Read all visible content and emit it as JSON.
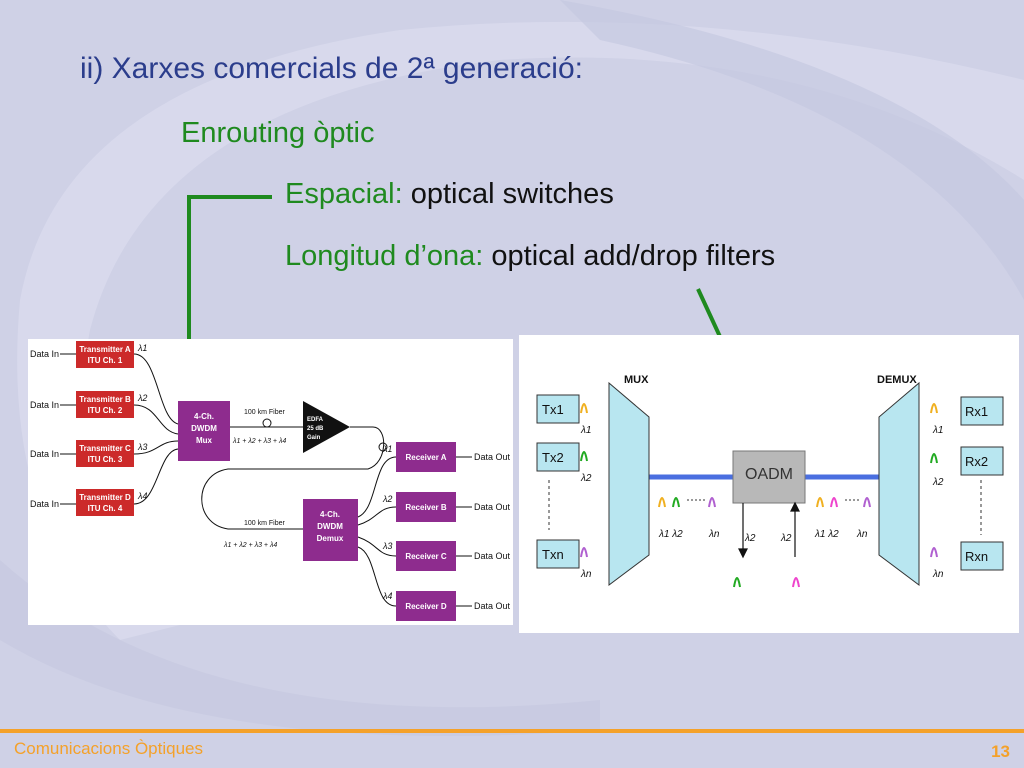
{
  "slide": {
    "title": "ii) Xarxes comercials de 2ª generació:",
    "line1": "Enrouting òptic",
    "line2_label": "Espacial:",
    "line2_value": " optical switches",
    "line3_label": "Longitud d’ona:",
    "line3_value": " optical add/drop filters"
  },
  "footer": {
    "left": "Comunicacions Òptiques",
    "page": "13"
  },
  "colors": {
    "accent": "#f4a12a",
    "title": "#2b3d8c",
    "green": "#1f8a1f",
    "red_box": "#cc2a2a",
    "purple_box": "#8e2c8e",
    "cyan_box": "#b8e6f0"
  },
  "left_diagram": {
    "data_in": [
      "Data In",
      "Data In",
      "Data In",
      "Data In"
    ],
    "transmitters": [
      {
        "line1": "Transmitter A",
        "line2": "ITU Ch. 1"
      },
      {
        "line1": "Transmitter B",
        "line2": "ITU Ch. 2"
      },
      {
        "line1": "Transmitter C",
        "line2": "ITU Ch. 3"
      },
      {
        "line1": "Transmitter D",
        "line2": "ITU Ch. 4"
      }
    ],
    "lambdas": [
      "λ1",
      "λ2",
      "λ3",
      "λ4"
    ],
    "mux": [
      "4-Ch.",
      "DWDM",
      "Mux"
    ],
    "fiber_label": "100 km Fiber",
    "fiber_sum": "λ1 + λ2 + λ3 + λ4",
    "edfa": [
      "EDFA",
      "25 dB",
      "Gain"
    ],
    "demux": [
      "4-Ch.",
      "DWDM",
      "Demux"
    ],
    "receivers": [
      "Receiver A",
      "Receiver B",
      "Receiver C",
      "Receiver D"
    ],
    "data_out": [
      "Data Out",
      "Data Out",
      "Data Out",
      "Data Out"
    ]
  },
  "right_diagram": {
    "mux": "MUX",
    "demux": "DEMUX",
    "oadm": "OADM",
    "tx": [
      "Tx1",
      "Tx2",
      "Txn"
    ],
    "rx": [
      "Rx1",
      "Rx2",
      "Rxn"
    ],
    "lambdas": [
      "λ1",
      "λ2",
      "λn"
    ],
    "mid_labels": [
      "λ1 λ2",
      "λn",
      "λ2",
      "λ2",
      "λ1 λ2",
      "λn"
    ]
  }
}
